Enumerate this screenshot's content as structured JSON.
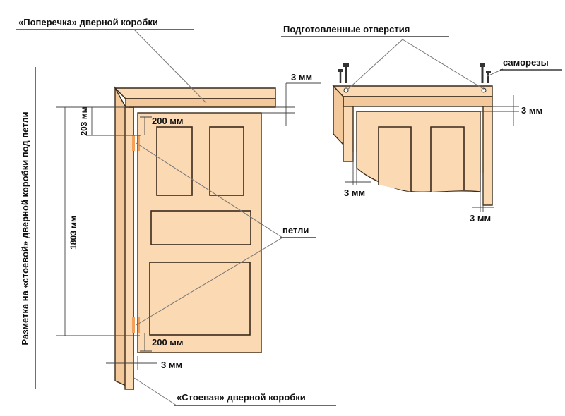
{
  "labels": {
    "crossbar": "«Поперечка» дверной коробки",
    "holes": "Подготовленные отверстия",
    "screws": "саморезы",
    "hinges": "петли",
    "post": "«Стоевая» дверной коробки",
    "vertical_title": "Разметка на «стоевой» дверной коробки под петли"
  },
  "dimensions": {
    "top_offset": "203 мм",
    "total": "1803 мм",
    "hinge_top": "200 мм",
    "hinge_bottom": "200 мм",
    "gap_bottom": "3 мм",
    "gap_top_left": "3 мм",
    "gap_top_right": "3 мм",
    "gap_detail_left": "3 мм",
    "gap_detail_right": "3 мм"
  },
  "colors": {
    "wood": "#fbd9b3",
    "hinge": "#f2a05a",
    "outline": "#3a2a1a"
  }
}
